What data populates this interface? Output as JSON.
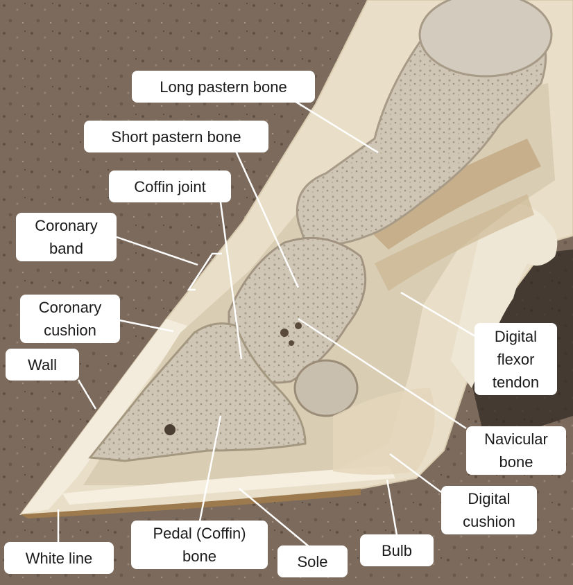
{
  "image": {
    "subject": "Sagittal section of a horse hoof",
    "background_color": "#7a6a5c",
    "label_box_color": "#ffffff",
    "leader_line_color": "#ffffff"
  },
  "labels": {
    "long_pastern_bone": "Long pastern bone",
    "short_pastern_bone": "Short pastern bone",
    "coffin_joint": "Coffin joint",
    "coronary_band": "Coronary\nband",
    "coronary_cushion": "Coronary\ncushion",
    "wall": "Wall",
    "digital_flexor_tendon": "Digital\nflexor\ntendon",
    "navicular_bone": "Navicular\nbone",
    "digital_cushion": "Digital\ncushion",
    "pedal_bone": "Pedal (Coffin)\nbone",
    "white_line": "White line",
    "sole": "Sole",
    "bulb": "Bulb"
  }
}
